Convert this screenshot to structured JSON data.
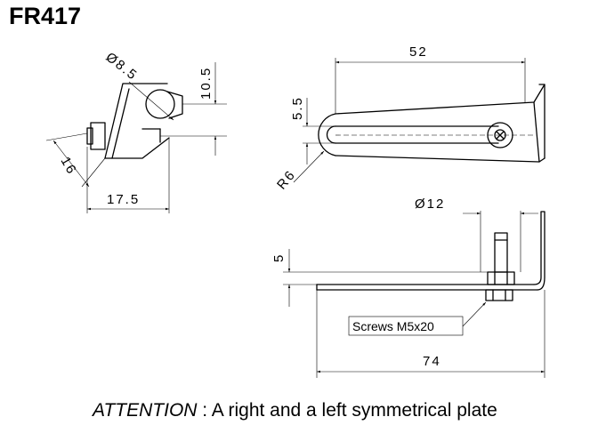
{
  "title": "FR417",
  "side_view": {
    "dim_diameter": "Ø8.5",
    "dim_height_top": "10.5",
    "dim_width_bottom": "17.5",
    "dim_diagonal": "16"
  },
  "top_view": {
    "dim_length": "52",
    "dim_slot_width": "5.5",
    "dim_radius": "R6"
  },
  "front_view": {
    "dim_diameter": "Ø12",
    "dim_height": "5",
    "dim_length": "74",
    "screw_label": "Screws M5x20"
  },
  "attention": {
    "prefix": "ATTENTION",
    "text": " : A right and a left symmetrical plate"
  }
}
